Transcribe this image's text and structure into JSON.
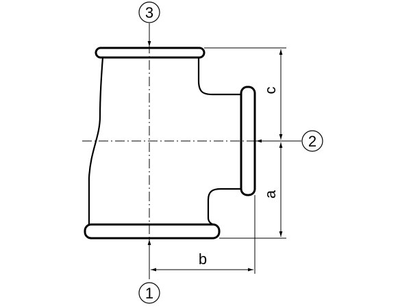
{
  "diagram": {
    "ports": {
      "port_1": "1",
      "port_2": "2",
      "port_3": "3"
    },
    "dimensions": {
      "a": "a",
      "b": "b",
      "c": "c"
    }
  }
}
